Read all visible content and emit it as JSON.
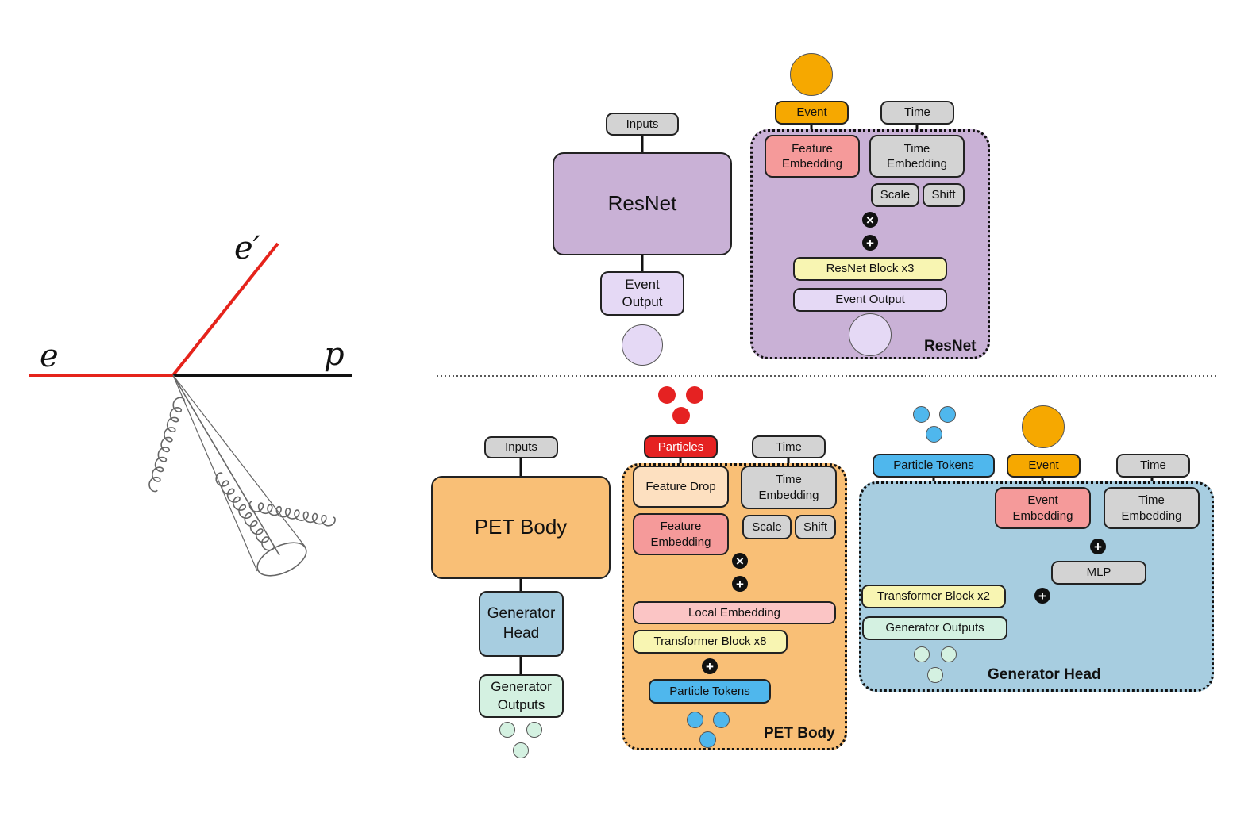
{
  "feynman": {
    "label_e": "e",
    "label_e_prime": "e′",
    "label_p": "p",
    "lepton_color": "#e5231b"
  },
  "resnet": {
    "inputs": "Inputs",
    "main": "ResNet",
    "output": "Event\nOutput",
    "detail": {
      "event": "Event",
      "time": "Time",
      "feature_embedding": "Feature\nEmbedding",
      "time_embedding": "Time\nEmbedding",
      "scale": "Scale",
      "shift": "Shift",
      "block": "ResNet Block x3",
      "event_output": "Event Output",
      "region_label": "ResNet"
    }
  },
  "pet": {
    "inputs": "Inputs",
    "main": "PET Body",
    "head": "Generator\nHead",
    "outputs": "Generator\nOutputs",
    "detail": {
      "particles": "Particles",
      "time": "Time",
      "feature_drop": "Feature Drop",
      "time_embedding": "Time\nEmbedding",
      "feature_embedding": "Feature\nEmbedding",
      "scale": "Scale",
      "shift": "Shift",
      "local_embedding": "Local Embedding",
      "transformer": "Transformer Block x8",
      "particle_tokens": "Particle Tokens",
      "region_label": "PET Body"
    }
  },
  "generator_head": {
    "particle_tokens": "Particle Tokens",
    "event": "Event",
    "time": "Time",
    "event_embedding": "Event\nEmbedding",
    "time_embedding": "Time\nEmbedding",
    "mlp": "MLP",
    "transformer": "Transformer Block x2",
    "outputs": "Generator Outputs",
    "region_label": "Generator Head"
  },
  "ops": {
    "multiply": "×",
    "add": "+"
  },
  "colors": {
    "resnet_purple": "#c9b1d6",
    "light_purple": "#e5d9f5",
    "orange_event": "#f6a800",
    "gray": "#d3d3d3",
    "salmon": "#f59a9a",
    "yellow": "#f8f5b2",
    "pet_orange": "#f9bf76",
    "peach": "#fde0c0",
    "pink": "#fbc5c5",
    "particle_red": "#e52222",
    "token_blue": "#4fb7ed",
    "head_blue": "#a7cde0",
    "mint": "#d4f1e1"
  }
}
